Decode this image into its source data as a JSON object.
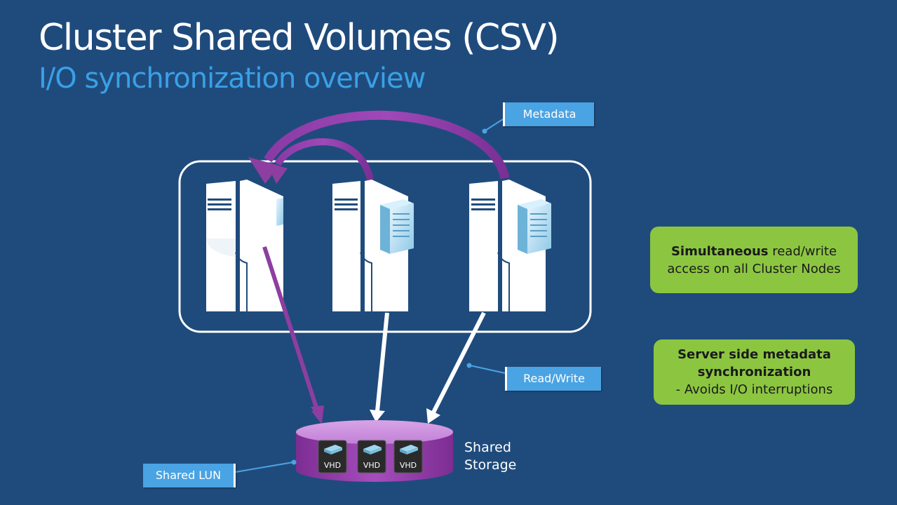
{
  "title": "Cluster Shared Volumes  (CSV)",
  "subtitle": "I/O synchronization overview",
  "labels": {
    "metadata": "Metadata",
    "read_write": "Read/Write",
    "shared_lun": "Shared LUN",
    "shared_storage_line1": "Shared",
    "shared_storage_line2": "Storage"
  },
  "vhds": [
    "VHD",
    "VHD",
    "VHD"
  ],
  "callouts": [
    {
      "bold": "Simultaneous",
      "rest": " read/write access on all Cluster Nodes"
    },
    {
      "bold": "Server side metadata synchronization",
      "rest": "- Avoids I/O interruptions"
    }
  ],
  "colors": {
    "background": "#1f4b7c",
    "title": "#ffffff",
    "subtitle": "#3aa0e6",
    "tag": "#4aa3e3",
    "callout": "#8cc641",
    "metadata_arrow": "#8e3ea0",
    "storage": "#a04cb8"
  }
}
